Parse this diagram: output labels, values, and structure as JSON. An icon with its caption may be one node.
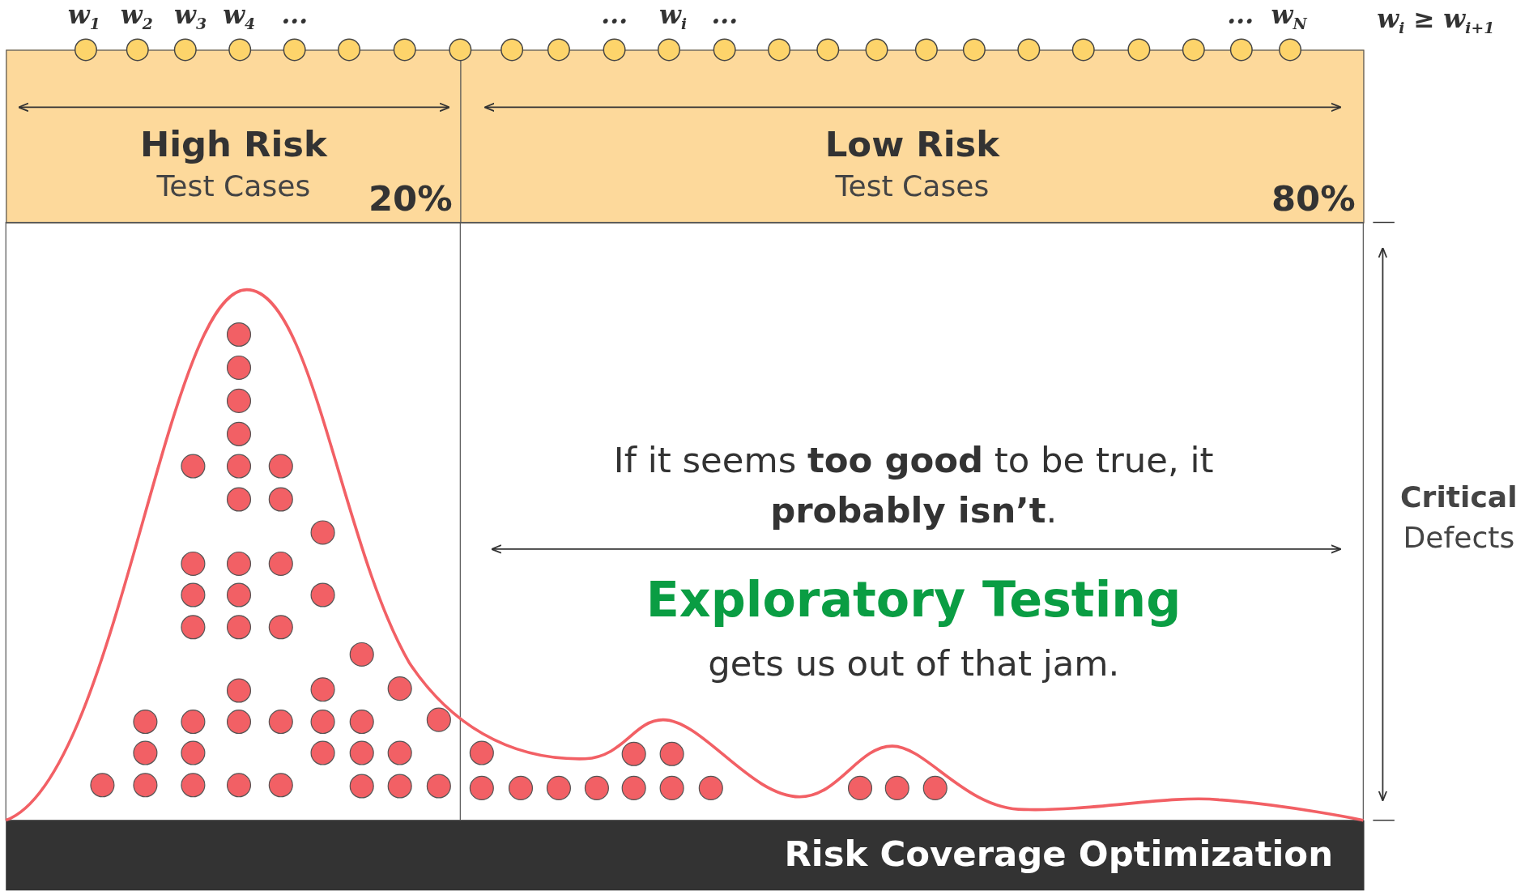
{
  "diagram": {
    "nodes": [
      {
        "text": [
          "High Risk",
          "Test Cases",
          "20%"
        ]
      },
      {
        "text": [
          "Low Risk",
          "Test Cases",
          "80%"
        ]
      },
      {
        "text": [
          "Risk Coverage Optimization"
        ]
      }
    ],
    "labels": [
      "*w*$_{1}$",
      "*w*$_{2}$",
      "*w*$_{3}$",
      "*w*$_{4}$",
      "...",
      "...",
      "*w*$_{i}$",
      "...",
      "...",
      "*w*$_{N}$",
      "*w*$_{i}$ ≥ *w*$_{i+1}$",
      "**Critical** Defects",
      "If it seems **too good** to be true, it **probably isn’t**.",
      "Exploratory Testing",
      "gets us out of that jam."
    ]
  }
}
